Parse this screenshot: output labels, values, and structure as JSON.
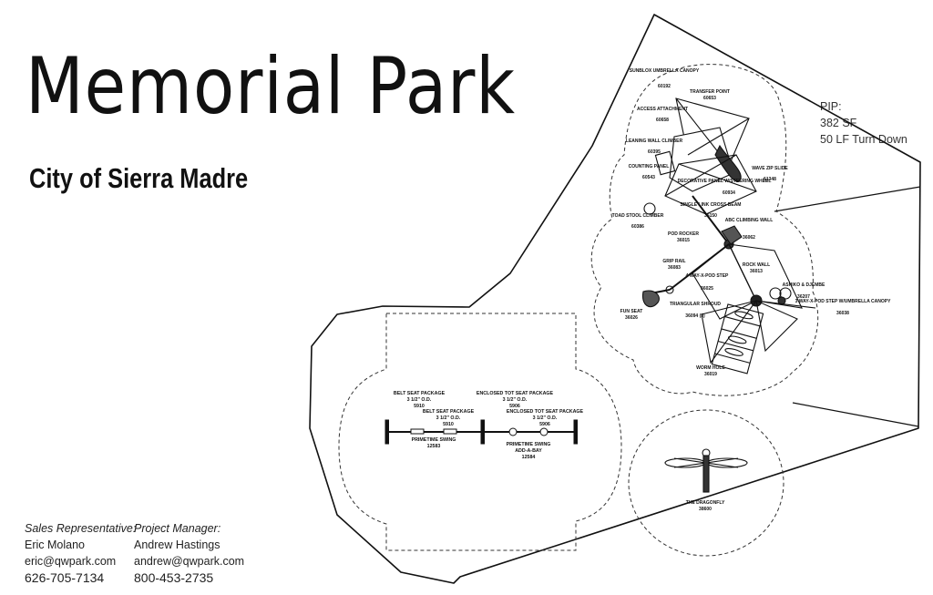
{
  "header": {
    "title": "Memorial Park",
    "subtitle": "City of Sierra Madre"
  },
  "pip": {
    "label": "PIP:",
    "area": "382 SF",
    "turndown": "50 LF Turn Down"
  },
  "contacts": {
    "sales": {
      "role": "Sales Representative:",
      "name": "Eric Molano",
      "email": "eric@qwpark.com",
      "phone": "626-705-7134"
    },
    "pm": {
      "role": "Project Manager:",
      "name": "Andrew Hastings",
      "email": "andrew@qwpark.com",
      "phone": "800-453-2735"
    }
  },
  "components": {
    "sunblox": {
      "name": "SUNBLOX UMBRELLA CANOPY",
      "code": "60192"
    },
    "transfer": {
      "name": "TRANSFER POINT",
      "code": "60653"
    },
    "access": {
      "name": "ACCESS ATTACHMENT",
      "code": "60658"
    },
    "leaning": {
      "name": "LEANING WALL CLIMBER",
      "code": "60395"
    },
    "counting": {
      "name": "COUNTING PANEL",
      "code": "60543"
    },
    "decorative": {
      "name": "DECORATIVE PANEL W/STEERING WHEEL",
      "code": "60934"
    },
    "wavezip": {
      "name": "WAVE ZIP SLIDE",
      "code": "61348"
    },
    "toadstool": {
      "name": "TOAD STOOL CLIMBER",
      "code": "60386"
    },
    "bridge": {
      "name": "SINGLE LINK CROSS BEAM",
      "code": "36150"
    },
    "abc": {
      "name": "ABC CLIMBING WALL",
      "code": "36062"
    },
    "podrocker": {
      "name": "POD ROCKER",
      "code": "36015"
    },
    "griprail": {
      "name": "GRIP RAIL",
      "code": "36083"
    },
    "rockwall": {
      "name": "ROCK WALL",
      "code": "36013"
    },
    "fourway": {
      "name": "4 WAY-X-POD STEP",
      "code": "36025"
    },
    "ashiko": {
      "name": "ASHIKO & DJEMBE",
      "code": "36207"
    },
    "threeway": {
      "name": "3 WAY-X-POD STEP W/UMBRELLA CANOPY",
      "code": "36038"
    },
    "funseat": {
      "name": "FUN SEAT",
      "code": "36026"
    },
    "triangular": {
      "name": "TRIANGULAR SHROUD",
      "code": "36094 (3)"
    },
    "wormhole": {
      "name": "WORM HOLE",
      "code": "36019"
    },
    "dragonfly": {
      "name": "THE DRAGONFLY",
      "code": "38600"
    },
    "belt1": {
      "name": "BELT SEAT PACKAGE",
      "size": "3 1/2\" O.D.",
      "code": "5910"
    },
    "enclosed1": {
      "name": "ENCLOSED TOT SEAT PACKAGE",
      "size": "3 1/2\" O.D.",
      "code": "5906"
    },
    "belt2": {
      "name": "BELT SEAT PACKAGE",
      "size": "3 1/2\" O.D.",
      "code": "5910"
    },
    "enclosed2": {
      "name": "ENCLOSED TOT SEAT PACKAGE",
      "size": "3 1/2\" O.D.",
      "code": "5906"
    },
    "primetime1": {
      "name": "PRIMETIME SWING",
      "code": "12583"
    },
    "primetime2": {
      "name": "PRIMETIME SWING ADD-A-BAY",
      "code": "12584"
    }
  }
}
